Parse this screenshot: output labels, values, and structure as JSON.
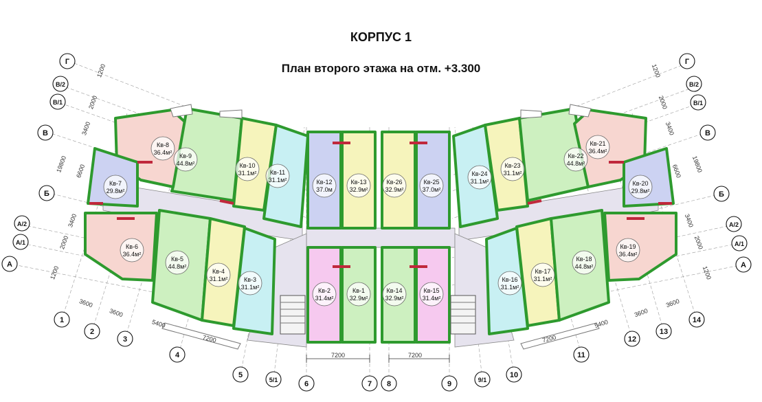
{
  "title": "КОРПУС 1",
  "subtitle": "План второго этажа на отм. +3.300",
  "colors": {
    "green": "#cdf0c0",
    "pink": "#f7d6d0",
    "lilac": "#ccd2f2",
    "cyan": "#c8f0f3",
    "yellow": "#f6f4bc",
    "magenta": "#f6c9ef",
    "wall_green": "#2e9a2e",
    "wall_red": "#c0283c",
    "corridor": "#e6e3ee"
  },
  "apartments": [
    {
      "id": "8",
      "name": "Кв-8",
      "area": "36.4м²",
      "color": "pink"
    },
    {
      "id": "9",
      "name": "Кв-9",
      "area": "44.8м²",
      "color": "green"
    },
    {
      "id": "10",
      "name": "Кв-10",
      "area": "31.1м²",
      "color": "yellow"
    },
    {
      "id": "11",
      "name": "Кв-11",
      "area": "31.1м²",
      "color": "cyan"
    },
    {
      "id": "7",
      "name": "Кв-7",
      "area": "29.8м²",
      "color": "lilac"
    },
    {
      "id": "6",
      "name": "Кв-6",
      "area": "36.4м²",
      "color": "pink"
    },
    {
      "id": "5",
      "name": "Кв-5",
      "area": "44.8м²",
      "color": "green"
    },
    {
      "id": "4",
      "name": "Кв-4",
      "area": "31.1м²",
      "color": "yellow"
    },
    {
      "id": "3",
      "name": "Кв-3",
      "area": "31.1м²",
      "color": "cyan"
    },
    {
      "id": "12",
      "name": "Кв-12",
      "area": "37.0м",
      "color": "lilac"
    },
    {
      "id": "13",
      "name": "Кв-13",
      "area": "32.9м²",
      "color": "yellow"
    },
    {
      "id": "26",
      "name": "Кв-26",
      "area": "32.9м²",
      "color": "yellow"
    },
    {
      "id": "25",
      "name": "Кв-25",
      "area": "37.0м²",
      "color": "lilac"
    },
    {
      "id": "2",
      "name": "Кв-2",
      "area": "31.4м²",
      "color": "magenta"
    },
    {
      "id": "1",
      "name": "Кв-1",
      "area": "32.9м²",
      "color": "green"
    },
    {
      "id": "14",
      "name": "Кв-14",
      "area": "32.9м²",
      "color": "green"
    },
    {
      "id": "15",
      "name": "Кв-15",
      "area": "31.4м²",
      "color": "magenta"
    },
    {
      "id": "24",
      "name": "Кв-24",
      "area": "31.1м²",
      "color": "cyan"
    },
    {
      "id": "23",
      "name": "Кв-23",
      "area": "31.1м²",
      "color": "yellow"
    },
    {
      "id": "22",
      "name": "Кв-22",
      "area": "44.8м²",
      "color": "green"
    },
    {
      "id": "21",
      "name": "Кв-21",
      "area": "36.4м²",
      "color": "pink"
    },
    {
      "id": "20",
      "name": "Кв-20",
      "area": "29.8м²",
      "color": "lilac"
    },
    {
      "id": "19",
      "name": "Кв-19",
      "area": "36.4м²",
      "color": "pink"
    },
    {
      "id": "18",
      "name": "Кв-18",
      "area": "44.8м²",
      "color": "green"
    },
    {
      "id": "17",
      "name": "Кв-17",
      "area": "31.1м²",
      "color": "yellow"
    },
    {
      "id": "16",
      "name": "Кв-16",
      "area": "31.1м²",
      "color": "cyan"
    }
  ],
  "axes_letters_left": [
    "Г",
    "В/2",
    "В/1",
    "В",
    "Б",
    "А/2",
    "А/1",
    "А"
  ],
  "axes_letters_right": [
    "Г",
    "В/2",
    "В/1",
    "В",
    "Б",
    "А/2",
    "А/1",
    "А"
  ],
  "axes_numbers": [
    "1",
    "2",
    "3",
    "4",
    "5",
    "5/1",
    "6",
    "7",
    "8",
    "9",
    "9/1",
    "10",
    "11",
    "12",
    "13",
    "14"
  ],
  "dims_left": [
    "1200",
    "2000",
    "3400",
    "6600",
    "19800",
    "3400",
    "2000",
    "1200"
  ],
  "dims_right": [
    "1200",
    "2000",
    "3400",
    "6600",
    "19800",
    "3400",
    "2000",
    "1200"
  ],
  "dims_bottom": [
    "3600",
    "3600",
    "5400",
    "7200",
    "7200",
    "7200",
    "7200",
    "5400",
    "3600",
    "3600"
  ]
}
